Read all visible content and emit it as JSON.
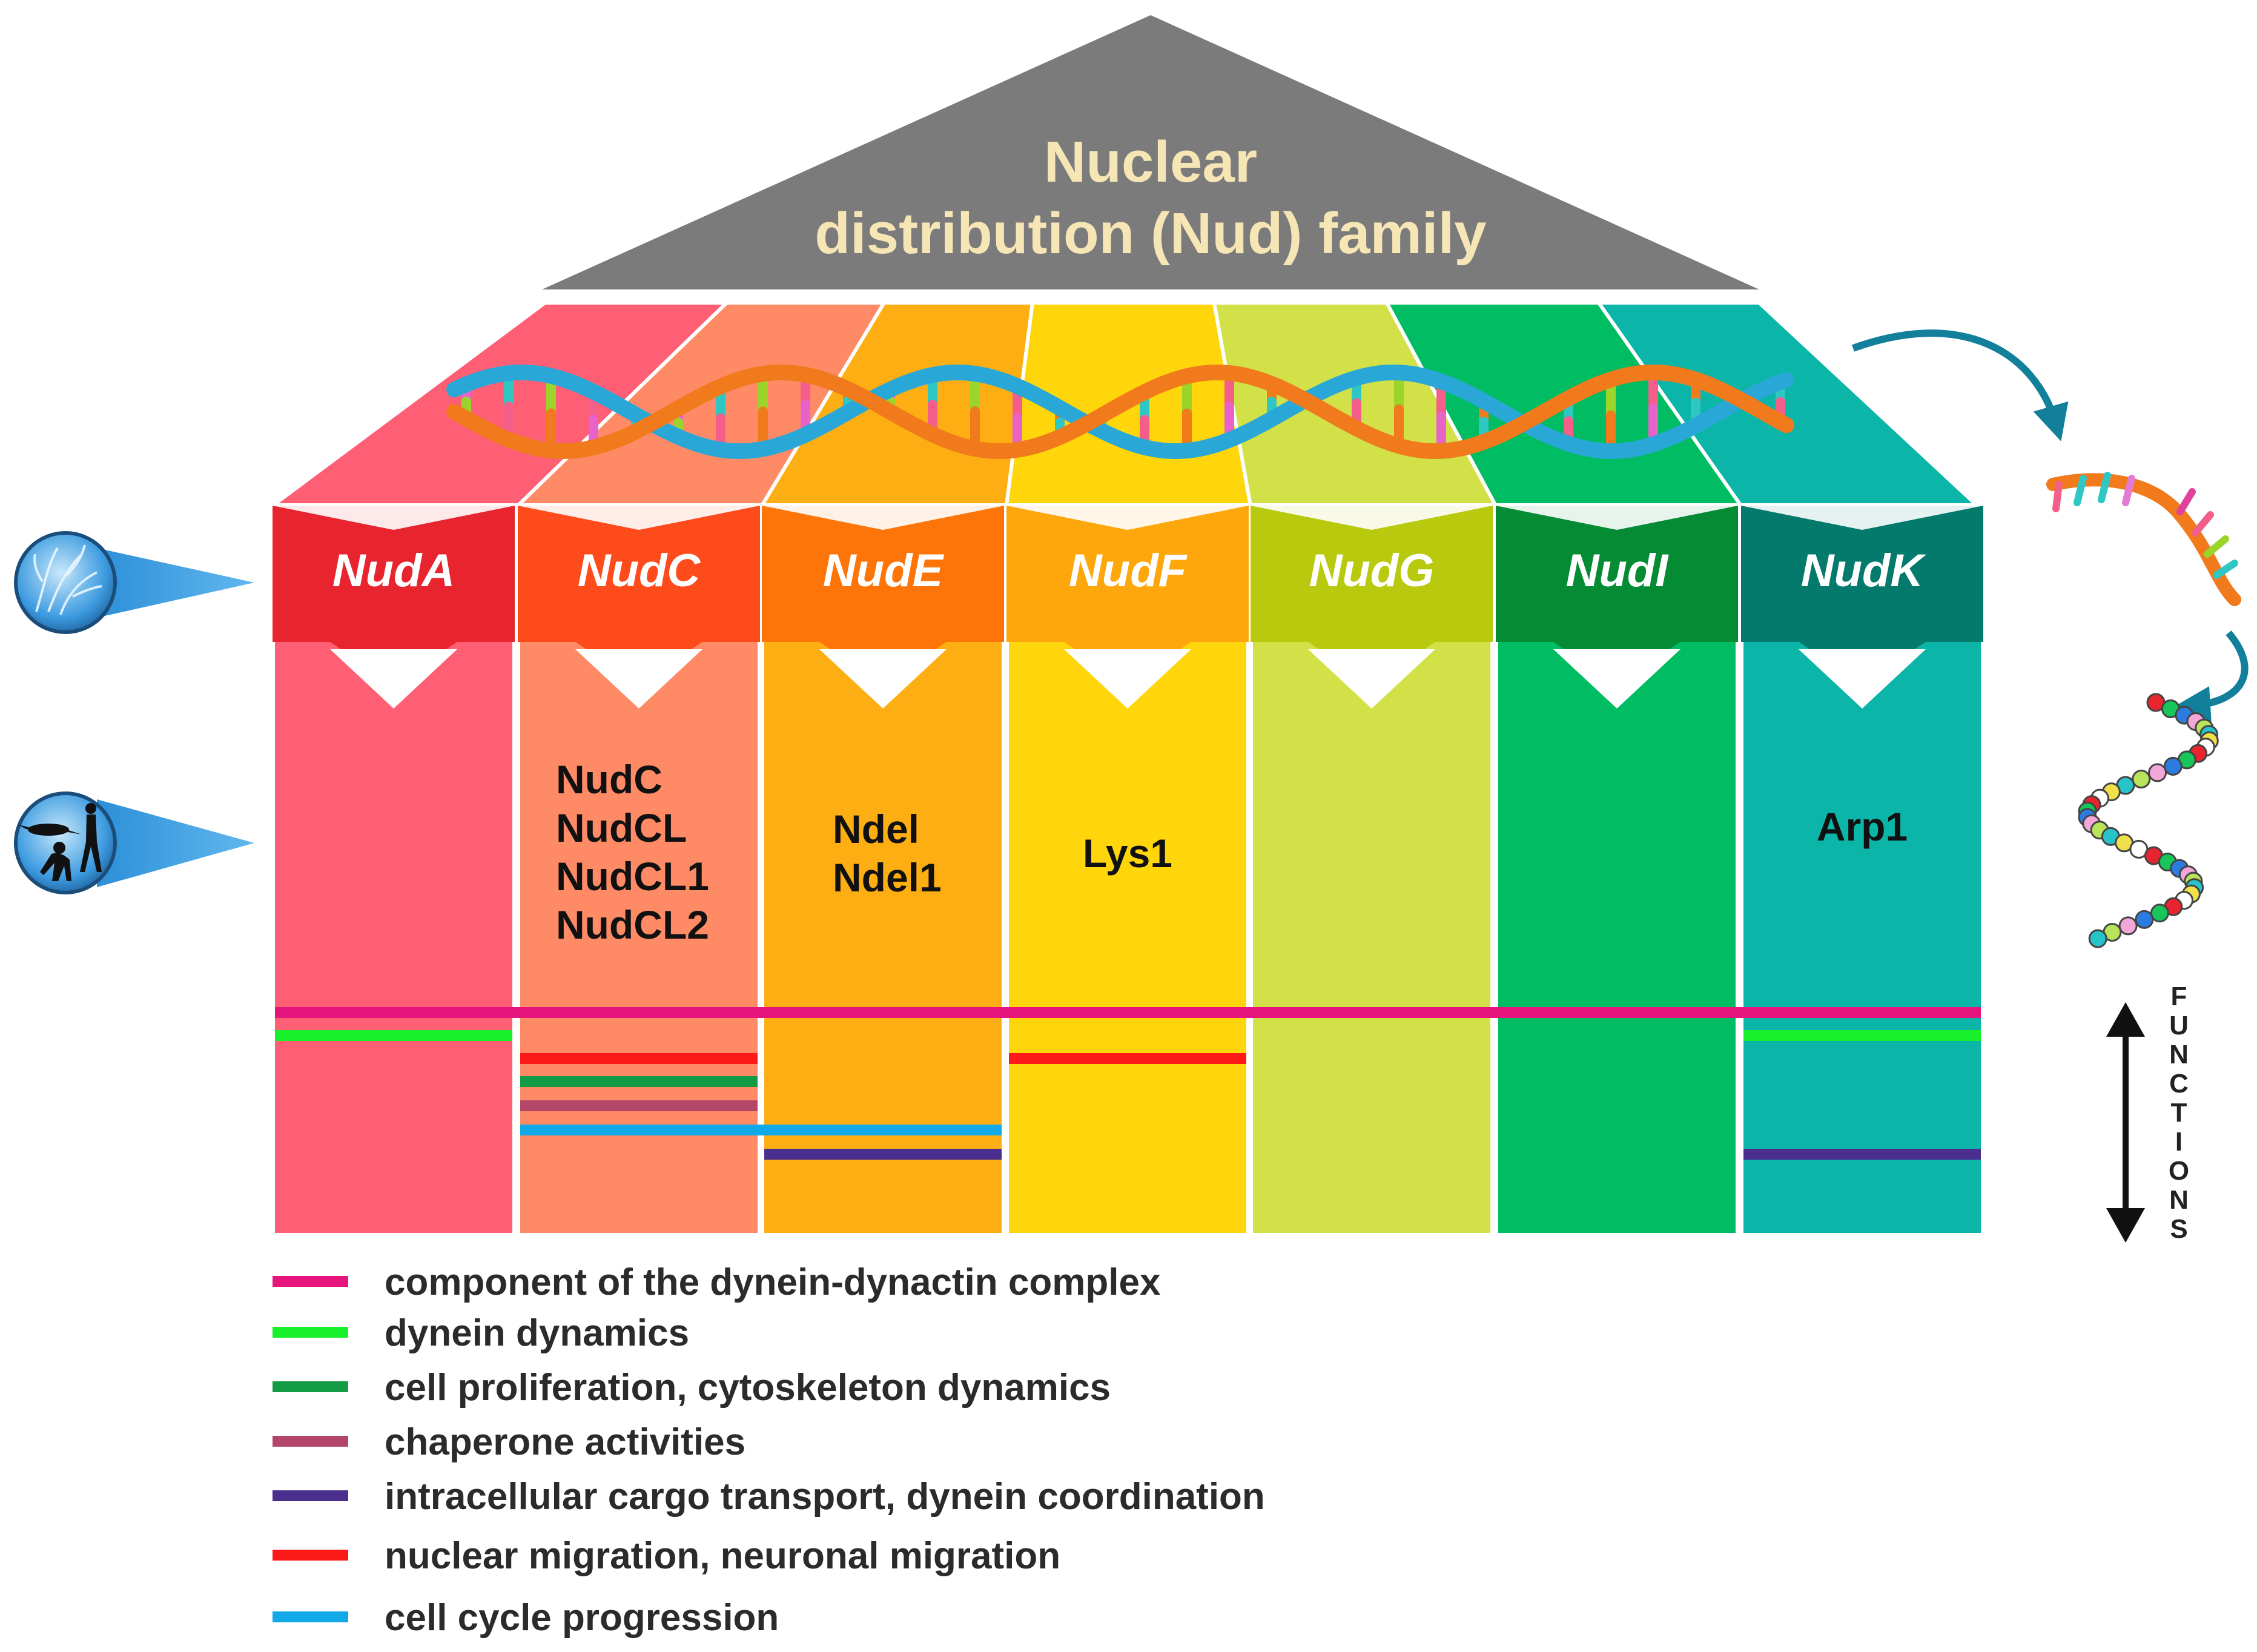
{
  "title": {
    "line1": "Nuclear",
    "line2": "distribution (Nud) family"
  },
  "roof_color": "#7b7b7b",
  "columns": [
    {
      "id": "nuda",
      "label": "NudA",
      "body": "#fe5f74",
      "header": "#e8242f",
      "roof": "#fe5f74",
      "homologs": []
    },
    {
      "id": "nudc",
      "label": "NudC",
      "body": "#fe8a66",
      "header": "#fd4b1b",
      "roof": "#fe8a66",
      "homologs": [
        "NudC",
        "NudCL",
        "NudCL1",
        "NudCL2"
      ]
    },
    {
      "id": "nude",
      "label": "NudE",
      "body": "#fdae12",
      "header": "#fd7508",
      "roof": "#fdae12",
      "homologs": [
        "Ndel",
        "Ndel1"
      ]
    },
    {
      "id": "nudf",
      "label": "NudF",
      "body": "#ffd60b",
      "header": "#fda70c",
      "roof": "#ffd60b",
      "homologs": [
        "Lys1"
      ]
    },
    {
      "id": "nudg",
      "label": "NudG",
      "body": "#d2e148",
      "header": "#b9c90e",
      "roof": "#d2e148",
      "homologs": []
    },
    {
      "id": "nudi",
      "label": "NudI",
      "body": "#00bc62",
      "header": "#058b33",
      "roof": "#00bc62",
      "homologs": []
    },
    {
      "id": "nudk",
      "label": "NudK",
      "body": "#0bb5a8",
      "header": "#047a6d",
      "roof": "#0bb5a8",
      "homologs": [
        "Arp1"
      ]
    }
  ],
  "legend": [
    {
      "id": "dynein-dynactin",
      "color": "#e6157e",
      "label": "component of the dynein-dynactin complex"
    },
    {
      "id": "dynein-dynamics",
      "color": "#17f02a",
      "label": "dynein dynamics"
    },
    {
      "id": "proliferation",
      "color": "#149b45",
      "label": "cell proliferation, cytoskeleton dynamics"
    },
    {
      "id": "chaperone",
      "color": "#b4466a",
      "label": "chaperone activities"
    },
    {
      "id": "cargo-transport",
      "color": "#4a2f8e",
      "label": "intracellular cargo transport, dynein coordination"
    },
    {
      "id": "migration",
      "color": "#fb1a18",
      "label": "nuclear migration, neuronal migration"
    },
    {
      "id": "cell-cycle",
      "color": "#12a9e8",
      "label": "cell cycle progression"
    }
  ],
  "function_lines": [
    {
      "legend": "dynein-dynactin",
      "from_col": 0,
      "to_col": 6,
      "level": 0
    },
    {
      "legend": "dynein-dynamics",
      "from_col": 0,
      "to_col": 0,
      "level": 1
    },
    {
      "legend": "dynein-dynamics",
      "from_col": 6,
      "to_col": 6,
      "level": 1
    },
    {
      "legend": "migration",
      "from_col": 1,
      "to_col": 1,
      "level": 2
    },
    {
      "legend": "migration",
      "from_col": 3,
      "to_col": 3,
      "level": 2
    },
    {
      "legend": "proliferation",
      "from_col": 1,
      "to_col": 1,
      "level": 3
    },
    {
      "legend": "chaperone",
      "from_col": 1,
      "to_col": 1,
      "level": 4
    },
    {
      "legend": "cell-cycle",
      "from_col": 1,
      "to_col": 2,
      "level": 5
    },
    {
      "legend": "cargo-transport",
      "from_col": 2,
      "to_col": 2,
      "level": 6
    },
    {
      "legend": "cargo-transport",
      "from_col": 6,
      "to_col": 6,
      "level": 6
    }
  ],
  "functions_axis": {
    "letters": [
      "F",
      "U",
      "N",
      "C",
      "T",
      "I",
      "O",
      "N",
      "S"
    ]
  },
  "icons": {
    "fungus": "fungus-hyphae-icon",
    "human": "human-evolution-icon",
    "dna": "dna-double-helix-icon",
    "rna": "rna-strand-icon",
    "protein": "protein-chain-icon"
  }
}
